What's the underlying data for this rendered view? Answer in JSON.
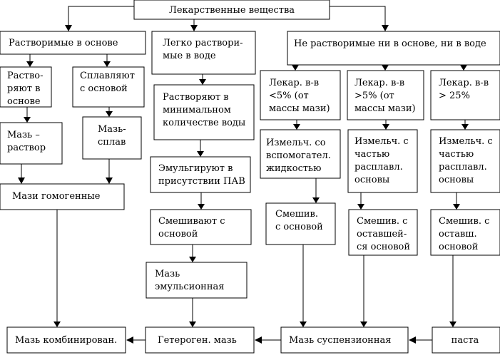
{
  "nodes": {
    "root": [
      "Лекарственные вещества"
    ],
    "soluble_base": [
      "Растворимые в основе"
    ],
    "water_soluble": [
      "Легко раствори-",
      "мые в воде"
    ],
    "insoluble": [
      "Не растворимые ни в основе, ни в воде"
    ],
    "dissolve_in_base": [
      "Раство-",
      "ряют в",
      "основе"
    ],
    "fuse_with_base": [
      "Сплавляют",
      "с основой"
    ],
    "dissolve_min_water": [
      "Растворяют в",
      "минимальном",
      "количестве воды"
    ],
    "drug_lt5": [
      "Лекар. в-в",
      "<5% (от",
      "массы мази)"
    ],
    "drug_gt5": [
      "Лекар. в-в",
      ">5% (от",
      "массы мази)"
    ],
    "drug_gt25": [
      "Лекар. в-в",
      "> 25%"
    ],
    "ointment_solution": [
      "Мазь –",
      "раствор"
    ],
    "ointment_alloy": [
      "Мазь-",
      "сплав"
    ],
    "emulsify_surfactant": [
      "Эмульгируют в",
      "присутствии ПАВ"
    ],
    "grind_aux_liquid": [
      "Измельч. со",
      "вспомогател.",
      "жидкостью"
    ],
    "grind_part_melted_1": [
      "Измельч. с",
      "частью",
      "расплавл.",
      "основы"
    ],
    "grind_part_melted_2": [
      "Измельч. с",
      "частью",
      "расплавл.",
      "основы"
    ],
    "homogeneous_ointments": [
      "Мази гомогенные"
    ],
    "mix_with_base": [
      "Смешивают с",
      "основой"
    ],
    "mix_base_2": [
      "Смешив.",
      "с основой"
    ],
    "mix_remaining": [
      "Смешив. с",
      "оставшей-",
      "ся основой"
    ],
    "mix_remaining_2": [
      "Смешив. с",
      "оставш.",
      "основой"
    ],
    "emulsion_ointment": [
      "Мазь",
      "эмульсионная"
    ],
    "combined_ointment": [
      "Мазь комбинирован."
    ],
    "heterogeneous_ointment": [
      "Гетероген. мазь"
    ],
    "suspension_ointment": [
      "Мазь суспензионная"
    ],
    "paste": [
      "паста"
    ]
  }
}
